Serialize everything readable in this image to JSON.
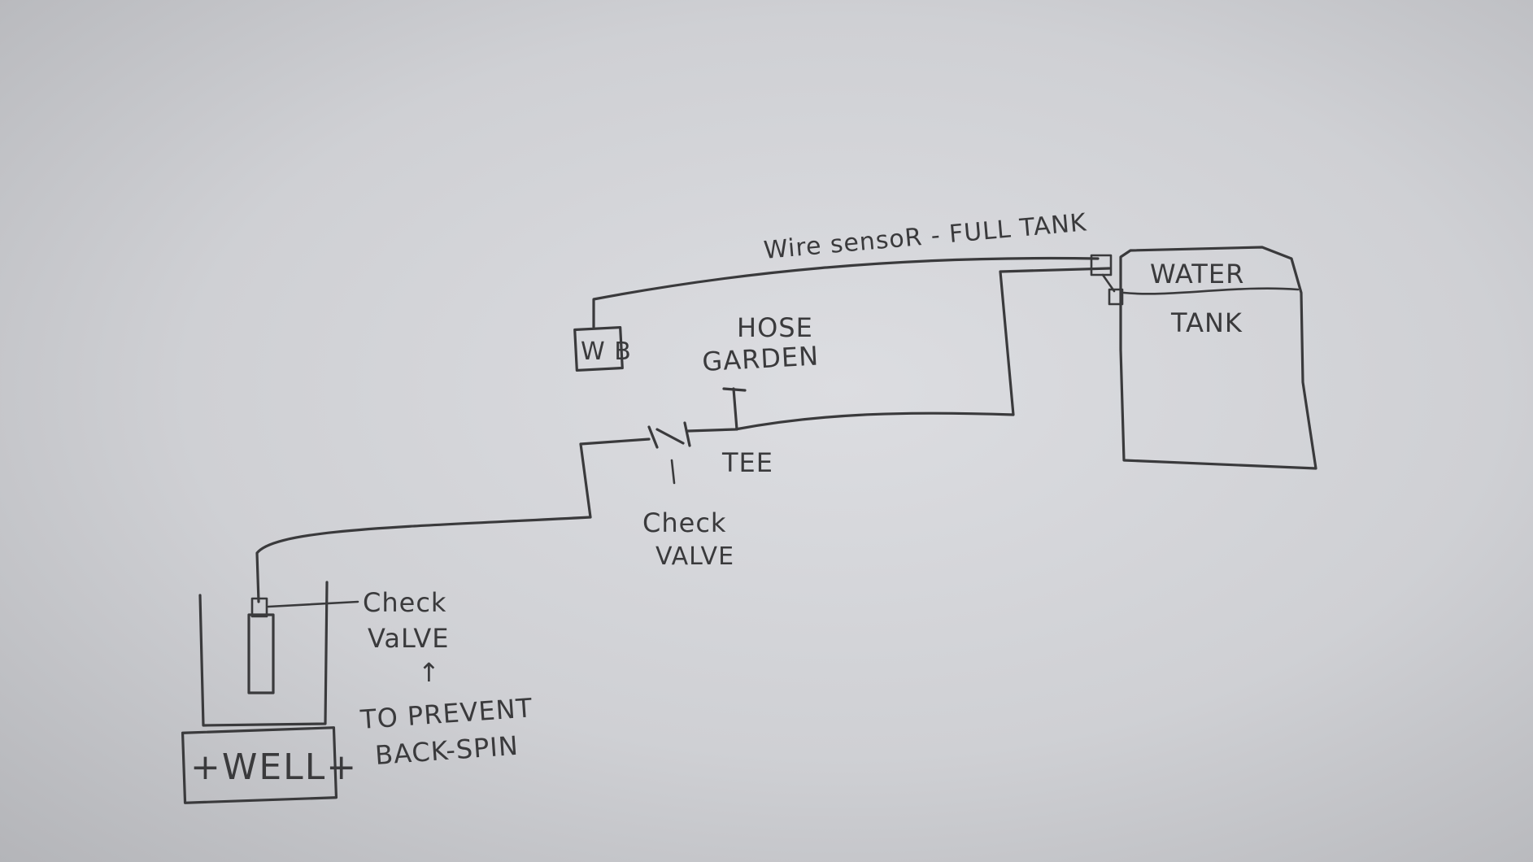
{
  "labels": {
    "wire_sensor": "Wire sensoR - FULL TANK",
    "wb": "W B",
    "hose_garden_line1": "HOSE",
    "hose_garden_line2": "GARDEN",
    "tee": "TEE",
    "check_valve_mid_line1": "Check",
    "check_valve_mid_line2": "VALVE",
    "water_tank_line1": "WATER",
    "water_tank_line2": "TANK",
    "check_valve_well_line1": "Check",
    "check_valve_well_line2": "VaLVE",
    "up_arrow": "↑",
    "prevent_line1": "TO PREVENT",
    "prevent_line2": "BACK-SPIN",
    "well": "+WELL+"
  }
}
